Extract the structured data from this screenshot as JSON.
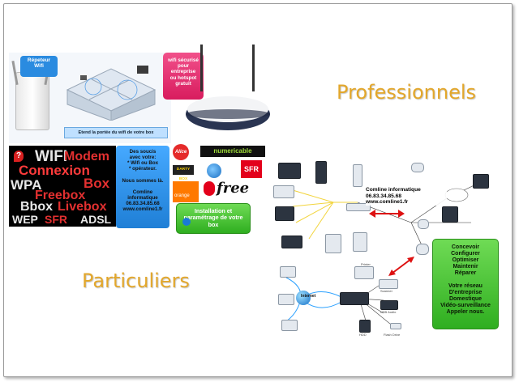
{
  "headings": {
    "pro": "Professionnels",
    "part": "Particuliers"
  },
  "repeater": {
    "title": "Répeteur\nWifi",
    "caption": "Etend la portée du wifi de votre box"
  },
  "wifi_secure": {
    "text": "wifi sécurisé\npour\nentreprise\nou hotspot\ngratuit"
  },
  "problems_box": {
    "text": "Des soucis\navec votre:\n* Wifi ou Box\n* opérateur.\n\nNous sommes là.\n\nComline\ninformatique\n06.83.34.85.68\nwww.comline1.fr"
  },
  "install_box": {
    "text": "Installation et\nparamétrage de votre\nbox"
  },
  "word_cloud": {
    "wifi": "WIFI",
    "modem": "Modem",
    "connexion": "Connexion",
    "wpa": "WPA",
    "box": "Box",
    "freebox": "Freebox",
    "bbox": "Bbox",
    "livebox": "Livebox",
    "wep": "WEP",
    "sfr": "SFR",
    "adsl": "ADSL"
  },
  "brands": {
    "alice": "Alice",
    "numericable": "numericable",
    "darty": "DARTY BOX",
    "sfr": "SFR",
    "orange": "orange",
    "free": "free"
  },
  "pro_contact": {
    "line1": "Comline informatique",
    "line2": "06.83.34.85.68",
    "line3": "www.comline1.fr"
  },
  "services_box": {
    "text": "Concevoir\nConfigurer\nOptimiser\nMaintenir\nRéparer\n\nVotre réseau\nD'entreprise\nDomestique\nVidéo-surveillance\nAppeler nous."
  },
  "network_labels": {
    "internet": "Internet",
    "printer": "Printer",
    "scanner": "Scanner",
    "usb_audio": "USB Audio",
    "hdd": "HDD",
    "flash": "Flash Drive"
  },
  "colors": {
    "heading": "#e3a72b",
    "green": "#3cc22a",
    "pink": "#e8306f",
    "blue_box": "#1f8fe0"
  }
}
